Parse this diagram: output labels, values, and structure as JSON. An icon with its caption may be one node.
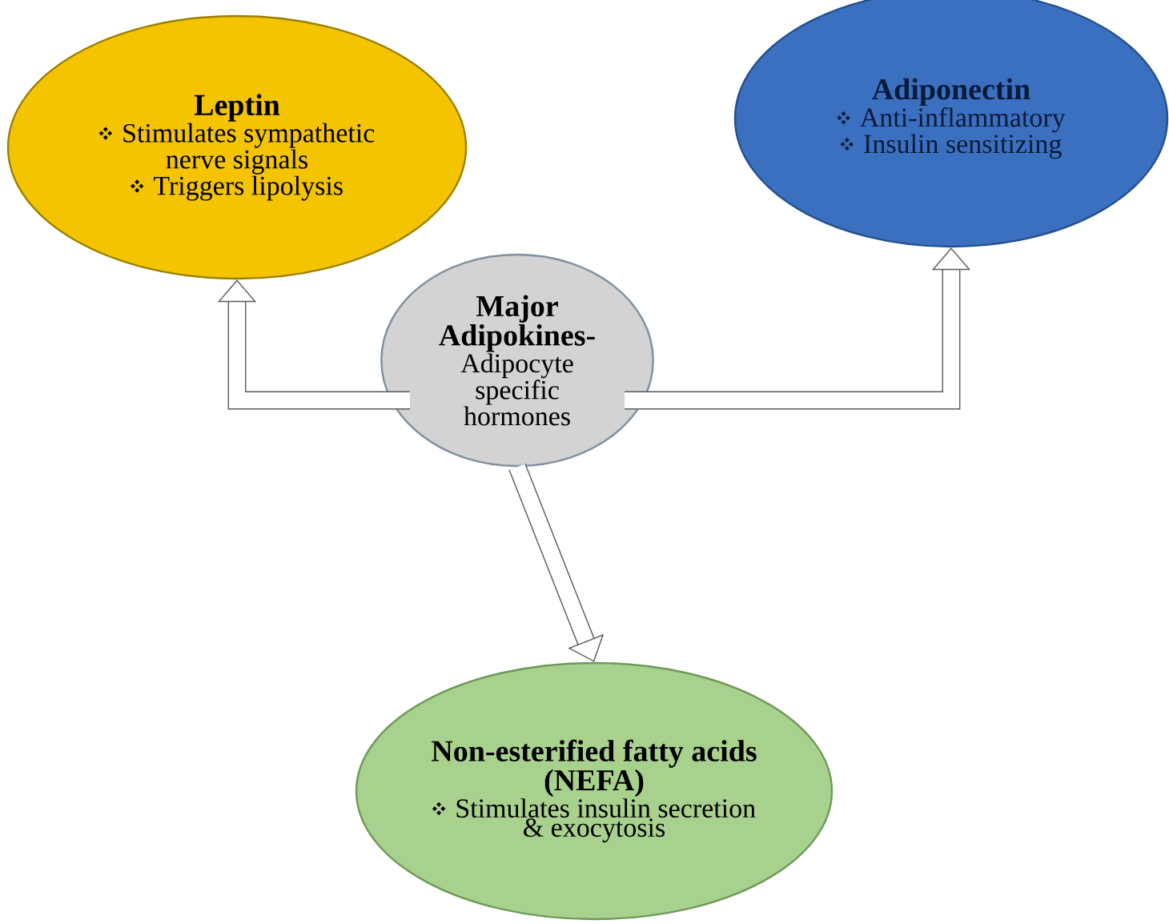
{
  "diagram": {
    "nodes": [
      {
        "text": [
          "Leptin",
          "Stimulates sympathetic nerve signals",
          "Triggers lipolysis"
        ]
      },
      {
        "text": [
          "Adiponectin",
          "Anti-inflammatory",
          "Insulin sensitizing"
        ]
      },
      {
        "text": [
          "Major Adipokines-",
          "Adipocyte specific hormones"
        ]
      },
      {
        "text": [
          "Non-esterified fatty acids (NEFA)",
          "Stimulates insulin secretion & exocytosis"
        ]
      }
    ],
    "edges": [
      {
        "from": 2,
        "to": 0,
        "arrow": "to"
      },
      {
        "from": 2,
        "to": 1,
        "arrow": "to"
      },
      {
        "from": 2,
        "to": 3,
        "arrow": "to"
      }
    ]
  }
}
